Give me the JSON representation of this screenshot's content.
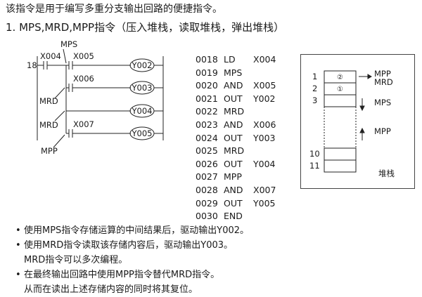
{
  "intro": "该指令是用于编写多重分支输出回路的便捷指令。",
  "heading": "1. MPS,MRD,MPP指令（压入堆栈，读取堆栈，弹出堆栈）",
  "ladder": {
    "step": "18",
    "mps_label": "MPS",
    "mrd_label_1": "MRD",
    "mrd_label_2": "MRD",
    "mpp_label": "MPP",
    "contacts": [
      "X004",
      "X005",
      "X006",
      "X007"
    ],
    "coils": [
      "Y002",
      "Y003",
      "Y004",
      "Y005"
    ]
  },
  "program": [
    {
      "step": "0018",
      "op": "LD",
      "arg": "X004"
    },
    {
      "step": "0019",
      "op": "MPS",
      "arg": ""
    },
    {
      "step": "0020",
      "op": "AND",
      "arg": "X005"
    },
    {
      "step": "0021",
      "op": "OUT",
      "arg": "Y002"
    },
    {
      "step": "0022",
      "op": "MRD",
      "arg": ""
    },
    {
      "step": "0023",
      "op": "AND",
      "arg": "X006"
    },
    {
      "step": "0024",
      "op": "OUT",
      "arg": "Y003"
    },
    {
      "step": "0025",
      "op": "MRD",
      "arg": ""
    },
    {
      "step": "0026",
      "op": "OUT",
      "arg": "Y004"
    },
    {
      "step": "0027",
      "op": "MPP",
      "arg": ""
    },
    {
      "step": "0028",
      "op": "AND",
      "arg": "X007"
    },
    {
      "step": "0029",
      "op": "OUT",
      "arg": "Y005"
    },
    {
      "step": "0030",
      "op": "END",
      "arg": ""
    }
  ],
  "stack": {
    "levels": [
      "1",
      "2",
      "3",
      "10",
      "11"
    ],
    "cell_marks": [
      "②",
      "①"
    ],
    "arrow_mpp_mrd_1": "MPP",
    "arrow_mpp_mrd_2": "MRD",
    "arrow_mps": "MPS",
    "arrow_mpp": "MPP",
    "caption": "堆栈"
  },
  "bullets": [
    {
      "dot": "•",
      "lines": [
        "使用MPS指令存储运算的中间结果后，驱动输出Y002。"
      ]
    },
    {
      "dot": "•",
      "lines": [
        "使用MRD指令读取该存储内容后，驱动输出Y003。",
        "MRD指令可以多次编程。"
      ]
    },
    {
      "dot": "•",
      "lines": [
        "在最终输出回路中使用MPP指令替代MRD指令。",
        "从而在读出上述存储内容的同时将其复位。"
      ]
    }
  ]
}
